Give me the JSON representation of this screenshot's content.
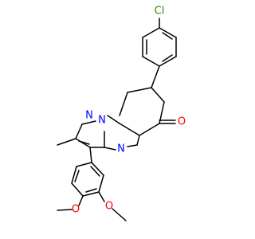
{
  "atoms": {
    "cl": {
      "label": "Cl",
      "color": "#2e8b00"
    },
    "o_ketone": {
      "label": "O",
      "color": "#ff0000"
    },
    "n_pyrazole_a": {
      "label": "N",
      "color": "#0000ff"
    },
    "n_pyrazole_b": {
      "label": "N",
      "color": "#0000ff"
    },
    "n_pyrimidine": {
      "label": "N",
      "color": "#0000ff"
    },
    "o_methoxy_a": {
      "label": "O",
      "color": "#ff0000"
    },
    "o_methoxy_b": {
      "label": "O",
      "color": "#ff0000"
    }
  },
  "bond_color": "#000000"
}
